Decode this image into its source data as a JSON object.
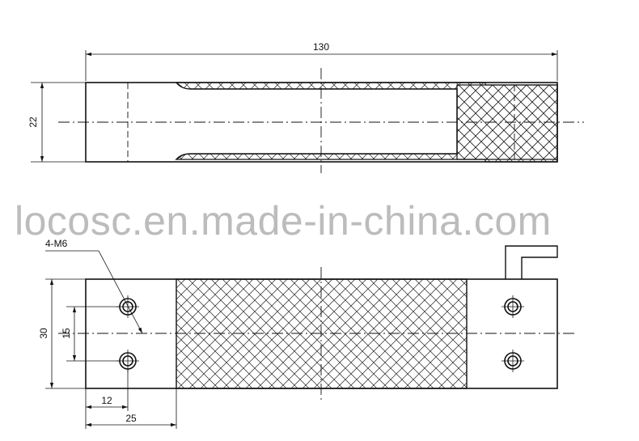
{
  "top_view": {
    "length_label": "130",
    "height_label": "22"
  },
  "watermark": {
    "text": "locosc.en.made-in-china.com"
  },
  "front_view": {
    "thread_label": "4-M6",
    "height_label": "30",
    "hole_spacing_label": "15",
    "hole_offset_label": "12",
    "gauge_offset_label": "25"
  },
  "colors": {
    "line": "#111111",
    "watermark": "#bcbcbc",
    "background": "#ffffff"
  }
}
